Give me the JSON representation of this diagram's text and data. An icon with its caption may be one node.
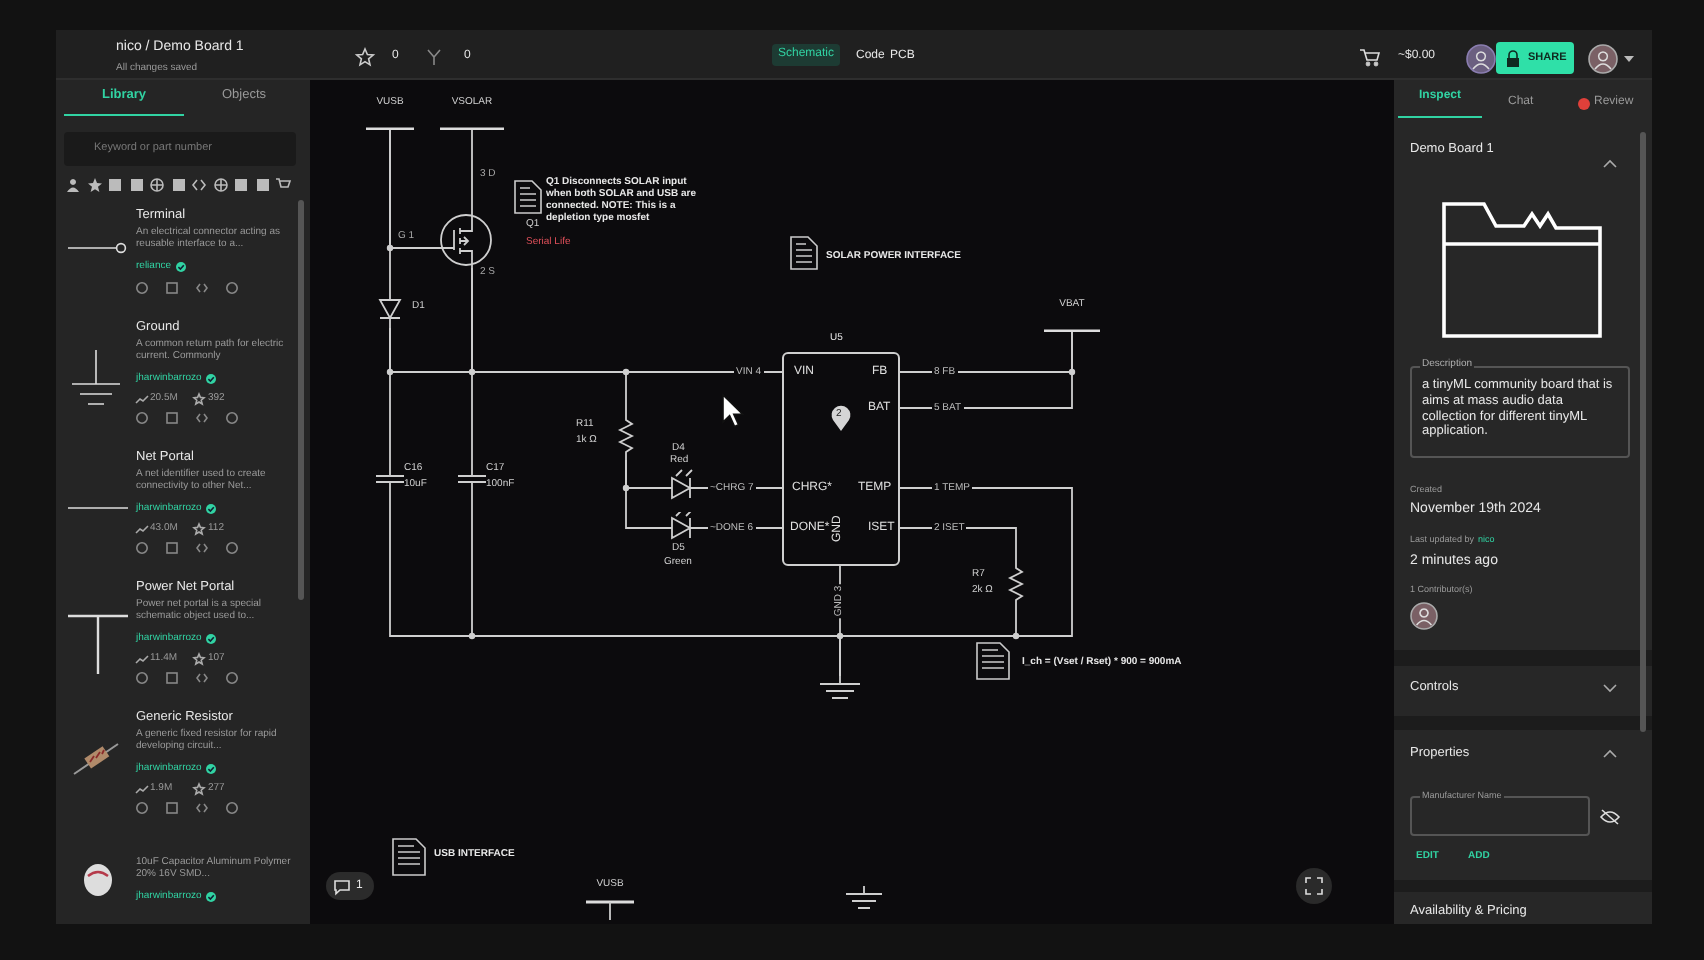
{
  "diagram": {
    "nodes": [
      {
        "text": [
          "VUSB"
        ]
      },
      {
        "text": [
          "VSOLAR"
        ]
      },
      {
        "text": [
          "Q1",
          "Serial Life"
        ]
      },
      {
        "text": [
          "D1"
        ]
      },
      {
        "text": [
          "C16",
          "10uF"
        ]
      },
      {
        "text": [
          "C17",
          "100nF"
        ]
      },
      {
        "text": [
          "R11",
          "1k Ω"
        ]
      },
      {
        "text": [
          "D4",
          "Red"
        ]
      },
      {
        "text": [
          "D5",
          "Green"
        ]
      },
      {
        "text": [
          "VIN",
          "FB",
          "BAT",
          "CHRG*",
          "TEMP",
          "DONE*",
          "ISET",
          "GND"
        ]
      },
      {
        "text": [
          "VBAT"
        ]
      },
      {
        "text": [
          "R7",
          "2k Ω"
        ]
      },
      {
        "text": [],
        "shape": "ground"
      },
      {
        "text": [
          "VUSB"
        ]
      },
      {
        "text": [],
        "shape": "ground"
      }
    ],
    "edges": [
      {
        "from": 0,
        "to": 3,
        "arrow": "none"
      },
      {
        "from": 0,
        "to": 2,
        "arrow": "none"
      },
      {
        "from": 1,
        "to": 2,
        "arrow": "none"
      },
      {
        "from": 3,
        "to": 9,
        "arrow": "none",
        "label": "VIN 4"
      },
      {
        "from": 2,
        "to": 9,
        "arrow": "none"
      },
      {
        "from": 3,
        "to": 4,
        "arrow": "none"
      },
      {
        "from": 2,
        "to": 5,
        "arrow": "none"
      },
      {
        "from": 3,
        "to": 6,
        "arrow": "none"
      },
      {
        "from": 6,
        "to": 7,
        "arrow": "none"
      },
      {
        "from": 6,
        "to": 8,
        "arrow": "none"
      },
      {
        "from": 7,
        "to": 9,
        "arrow": "none",
        "label": "~CHRG 7"
      },
      {
        "from": 8,
        "to": 9,
        "arrow": "none",
        "label": "~DONE 6"
      },
      {
        "from": 9,
        "to": 10,
        "arrow": "none",
        "label": "8 FB"
      },
      {
        "from": 9,
        "to": 10,
        "arrow": "none",
        "label": "5 BAT"
      },
      {
        "from": 9,
        "to": 12,
        "arrow": "none",
        "label": "1 TEMP"
      },
      {
        "from": 9,
        "to": 11,
        "arrow": "none",
        "label": "2 ISET"
      },
      {
        "from": 11,
        "to": 12,
        "arrow": "none"
      },
      {
        "from": 4,
        "to": 12,
        "arrow": "none"
      },
      {
        "from": 5,
        "to": 12,
        "arrow": "none"
      },
      {
        "from": 9,
        "to": 12,
        "arrow": "none",
        "label": "GND 3"
      }
    ],
    "labels": [
      "nico / Demo Board 1",
      "All changes saved",
      "0",
      "0",
      "Schematic",
      "Code",
      "PCB",
      "~$0.00",
      "SHARE",
      "Library",
      "Objects",
      "Keyword or part number",
      "Terminal",
      "An electrical connector acting as reusable interface to a...",
      "reliance",
      "Ground",
      "A common return path for electric current. Commonly",
      "jharwinbarrozo",
      "20.5M",
      "392",
      "Net Portal",
      "A net identifier used to create connectivity to other Net...",
      "jharwinbarrozo",
      "43.0M",
      "112",
      "Power Net Portal",
      "Power net portal is a special schematic object used to...",
      "jharwinbarrozo",
      "11.4M",
      "107",
      "Generic Resistor",
      "A generic fixed resistor for rapid developing circuit...",
      "jharwinbarrozo",
      "1.9M",
      "277",
      "10uF Capacitor Aluminum Polymer 20% 16V SMD...",
      "jharwinbarrozo",
      "3 D",
      "G 1",
      "2 S",
      "Q1 Disconnects SOLAR input when both SOLAR and USB are connected. NOTE: This is a depletion type mosfet",
      "U5",
      "SOLAR POWER INTERFACE",
      "2",
      "I_ch = (Vset / Rset) * 900 = 900mA",
      "USB INTERFACE",
      "1",
      "Inspect",
      "Chat",
      "Review",
      "Demo Board 1",
      "Description",
      "a tinyML community board that is aims at mass audio data collection for different tinyML application.",
      "Created",
      "November 19th 2024",
      "Last updated by",
      "nico",
      "2 minutes ago",
      "1 Contributor(s)",
      "Controls",
      "Properties",
      "Manufacturer Name",
      "EDIT",
      "ADD",
      "Availability & Pricing"
    ]
  }
}
